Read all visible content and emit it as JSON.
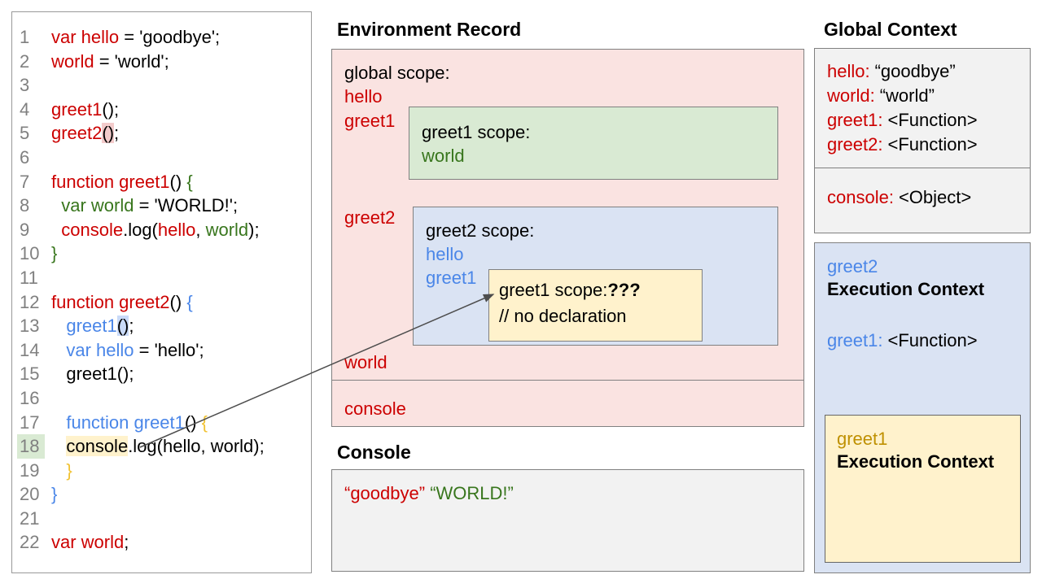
{
  "colors": {
    "red_text": "#cc0000",
    "green_text": "#38761d",
    "blue_text": "#4a86e8",
    "gold_brace": "#f1c232",
    "gold_text": "#bf9000",
    "pink_bg": "#fae3e1",
    "green_bg": "#d9ead3",
    "blue_bg": "#dae3f3",
    "yellow_bg": "#fff2cc",
    "gray_bg": "#f2f2f2"
  },
  "code_panel": {
    "lines": [
      {
        "n": "1",
        "segs": [
          [
            "var hello",
            "red"
          ],
          [
            " = 'goodbye';",
            "k"
          ]
        ]
      },
      {
        "n": "2",
        "segs": [
          [
            "world",
            "red"
          ],
          [
            " = 'world';",
            "k"
          ]
        ]
      },
      {
        "n": "3",
        "segs": []
      },
      {
        "n": "4",
        "segs": [
          [
            "greet1",
            "red"
          ],
          [
            "();",
            "k"
          ]
        ]
      },
      {
        "n": "5",
        "segs": [
          [
            "greet2",
            "red"
          ],
          [
            "()",
            "k",
            "hl-pink"
          ],
          [
            ";",
            "k"
          ]
        ]
      },
      {
        "n": "6",
        "segs": []
      },
      {
        "n": "7",
        "segs": [
          [
            "function greet1",
            "red"
          ],
          [
            "() ",
            "k"
          ],
          [
            "{",
            "green"
          ]
        ]
      },
      {
        "n": "8",
        "segs": [
          [
            "  ",
            "k"
          ],
          [
            "var world",
            "green"
          ],
          [
            " = 'WORLD!';",
            "k"
          ]
        ]
      },
      {
        "n": "9",
        "segs": [
          [
            "  ",
            "k"
          ],
          [
            "console",
            "red"
          ],
          [
            ".log(",
            "k"
          ],
          [
            "hello",
            "red"
          ],
          [
            ", ",
            "k"
          ],
          [
            "world",
            "green"
          ],
          [
            ");",
            "k"
          ]
        ]
      },
      {
        "n": "10",
        "segs": [
          [
            "}",
            "green"
          ]
        ]
      },
      {
        "n": "11",
        "segs": []
      },
      {
        "n": "12",
        "segs": [
          [
            "function greet2",
            "red"
          ],
          [
            "() ",
            "k"
          ],
          [
            "{",
            "blue"
          ]
        ]
      },
      {
        "n": "13",
        "segs": [
          [
            "   ",
            "k"
          ],
          [
            "greet1",
            "blue"
          ],
          [
            "()",
            "k",
            "hl-blue"
          ],
          [
            ";",
            "k"
          ]
        ]
      },
      {
        "n": "14",
        "segs": [
          [
            "   ",
            "k"
          ],
          [
            "var hello",
            "blue"
          ],
          [
            " = 'hello';",
            "k"
          ]
        ]
      },
      {
        "n": "15",
        "segs": [
          [
            "   ",
            "k"
          ],
          [
            "greet1();",
            "k"
          ]
        ]
      },
      {
        "n": "16",
        "segs": []
      },
      {
        "n": "17",
        "segs": [
          [
            "   ",
            "k"
          ],
          [
            "function greet1",
            "blue"
          ],
          [
            "() ",
            "k"
          ],
          [
            "{",
            "gold"
          ]
        ]
      },
      {
        "n": "18",
        "numHl": true,
        "segs": [
          [
            "   ",
            "k"
          ],
          [
            "console",
            "k",
            "hl-yellow"
          ],
          [
            ".log(hello, world);",
            "k"
          ]
        ]
      },
      {
        "n": "19",
        "segs": [
          [
            "   ",
            "k"
          ],
          [
            "}",
            "gold"
          ]
        ]
      },
      {
        "n": "20",
        "segs": [
          [
            "}",
            "blue"
          ]
        ]
      },
      {
        "n": "21",
        "segs": []
      },
      {
        "n": "22",
        "segs": [
          [
            "var world",
            "red"
          ],
          [
            ";",
            "k"
          ]
        ]
      }
    ]
  },
  "environment_record": {
    "title": "Environment Record",
    "global_scope_label": "global scope:",
    "var_hello": "hello",
    "var_greet1": "greet1",
    "var_greet2": "greet2",
    "var_world": "world",
    "var_console": "console",
    "greet1_scope": {
      "label": "greet1 scope:",
      "var_world": "world"
    },
    "greet2_scope": {
      "label": "greet2 scope:",
      "var_hello": "hello",
      "var_greet1": "greet1",
      "inner_greet1_scope": {
        "label": "greet1 scope:",
        "unknown": "???",
        "comment": "// no declaration"
      }
    }
  },
  "console_panel": {
    "title": "Console",
    "output": [
      [
        "“goodbye”",
        "red"
      ],
      [
        " ",
        "k"
      ],
      [
        "“WORLD!”",
        "green"
      ]
    ]
  },
  "global_context": {
    "title": "Global Context",
    "entries": [
      [
        "hello:",
        "“goodbye”"
      ],
      [
        "world:",
        "“world”"
      ],
      [
        "greet1:",
        "<Function>"
      ],
      [
        "greet2:",
        "<Function>"
      ]
    ],
    "console_entry": [
      [
        "console:",
        "<Object>"
      ]
    ]
  },
  "greet2_execution_context": {
    "name": "greet2",
    "label": "Execution Context",
    "entries": [
      [
        "greet1:",
        "<Function>"
      ]
    ]
  },
  "greet1_execution_context": {
    "name": "greet1",
    "label": "Execution Context"
  }
}
